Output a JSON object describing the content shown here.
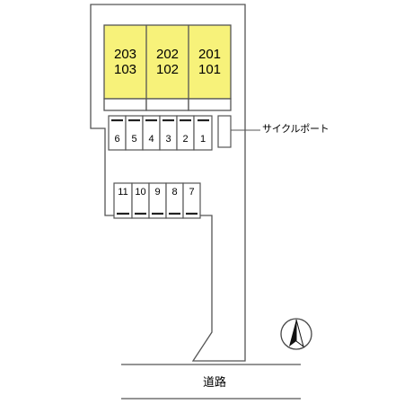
{
  "buildings": [
    {
      "upper": "203",
      "lower": "103"
    },
    {
      "upper": "202",
      "lower": "102"
    },
    {
      "upper": "201",
      "lower": "101"
    }
  ],
  "parking_row_upper": [
    "6",
    "5",
    "4",
    "3",
    "2",
    "1"
  ],
  "parking_row_lower": [
    "11",
    "10",
    "9",
    "8",
    "7"
  ],
  "cycle_port_label": "サイクルポート",
  "road_label": "道路",
  "colors": {
    "building_fill": "#f7f27a",
    "line": "#444444"
  },
  "icons": {
    "north": "north-arrow-icon"
  }
}
